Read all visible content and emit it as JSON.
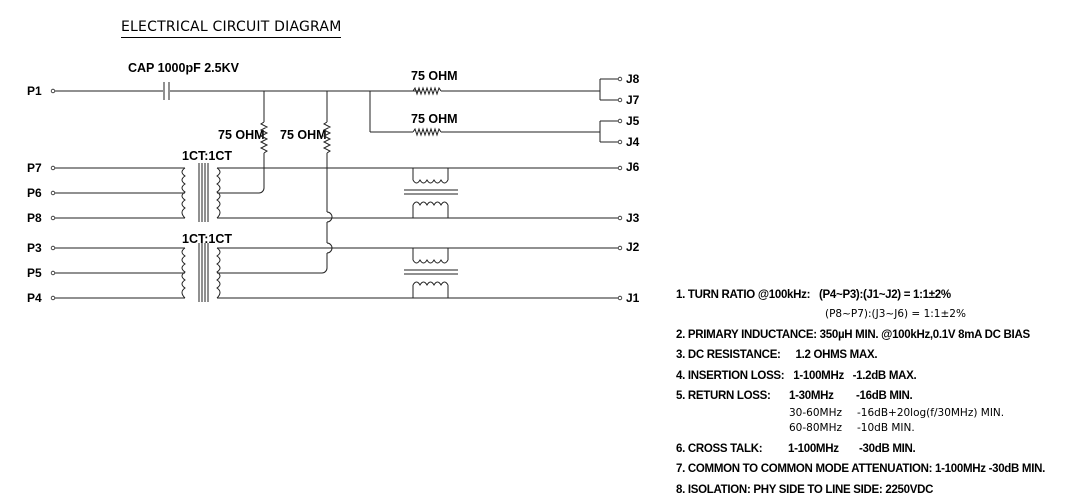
{
  "title": "ELECTRICAL CIRCUIT DIAGRAM",
  "pins_left": [
    "P1",
    "P7",
    "P6",
    "P8",
    "P3",
    "P5",
    "P4"
  ],
  "pins_right": [
    "J8",
    "J7",
    "J5",
    "J4",
    "J6",
    "J3",
    "J2",
    "J1"
  ],
  "components": {
    "cap": "CAP 1000pF 2.5KV",
    "res_top": "75 OHM",
    "res_mid": "75 OHM",
    "res_v1": "75 OHM",
    "res_v2": "75 OHM",
    "xfmr1": "1CT:1CT",
    "xfmr2": "1CT:1CT"
  },
  "specs": {
    "s1": {
      "label": "1. TURN RATIO @100kHz:",
      "value": "(P4~P3):(J1~J2) = 1:1±2%",
      "sub": "(P8~P7):(J3~J6) = 1:1±2%"
    },
    "s2": {
      "label": "2. PRIMARY INDUCTANCE: 350µH MIN. @100kHz,0.1V 8mA DC BIAS"
    },
    "s3": {
      "label": "3. DC RESISTANCE:",
      "value": "1.2 OHMS MAX."
    },
    "s4": {
      "label": "4. INSERTION LOSS:",
      "value": "1-100MHz   -1.2dB MAX."
    },
    "s5": {
      "label": "5. RETURN LOSS:",
      "value": "1-30MHz",
      "value2": "-16dB MIN.",
      "sub1a": "30-60MHz",
      "sub1b": "-16dB+20log(f/30MHz) MIN.",
      "sub2a": "60-80MHz",
      "sub2b": "-10dB MIN."
    },
    "s6": {
      "label": "6. CROSS TALK:",
      "value": "1-100MHz",
      "value2": "-30dB MIN."
    },
    "s7": {
      "label": "7. COMMON TO COMMON MODE ATTENUATION: 1-100MHz  -30dB MIN."
    },
    "s8": {
      "label": "8. ISOLATION: PHY SIDE TO LINE SIDE: 2250VDC"
    }
  }
}
